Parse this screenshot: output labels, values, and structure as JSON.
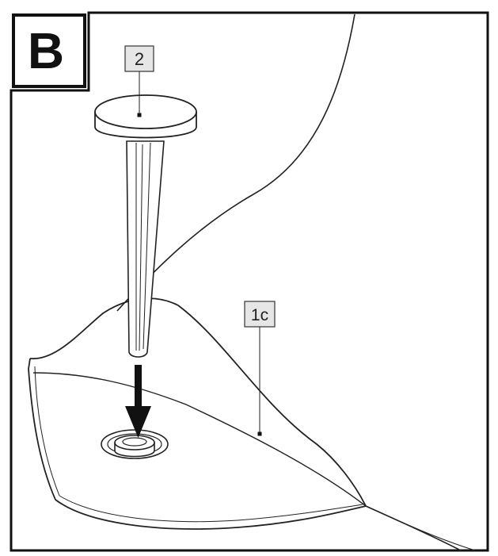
{
  "panel": {
    "letter": "B"
  },
  "callouts": {
    "part_2": "2",
    "part_1c": "1c"
  }
}
